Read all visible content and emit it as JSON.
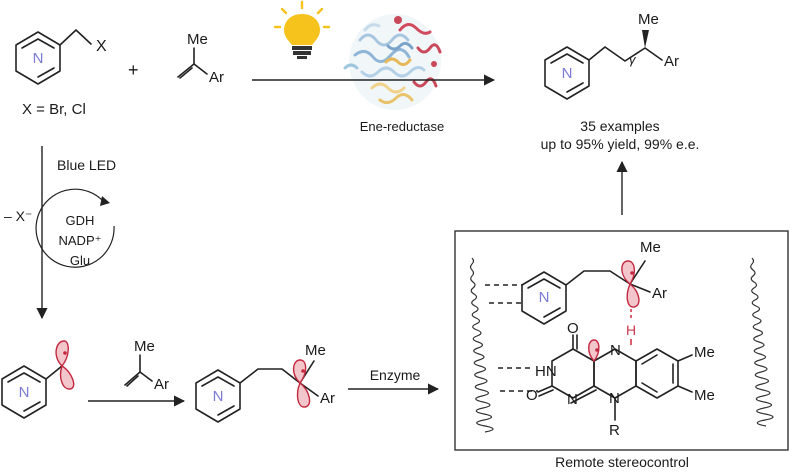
{
  "start": {
    "group": "X",
    "ring_atom": "N",
    "condition": "X = Br, Cl"
  },
  "alkene": {
    "me": "Me",
    "ar": "Ar"
  },
  "plus": "+",
  "enzyme_caption": "Ene-reductase",
  "product": {
    "me": "Me",
    "gamma": "γ",
    "ar": "Ar",
    "ring_atom": "N"
  },
  "summary": {
    "line1": "35 examples",
    "line2": "up to 95% yield, 99% e.e."
  },
  "left_pathway": {
    "light": "Blue LED",
    "minus_x": "– X⁻",
    "cycle": [
      "GDH",
      "NADP⁺",
      "Glu"
    ]
  },
  "bottom": {
    "radical_ring_atom": "N",
    "alkene_me": "Me",
    "alkene_ar": "Ar",
    "adduct_me": "Me",
    "adduct_ar": "Ar",
    "adduct_ring_atom": "N",
    "arrow_label": "Enzyme"
  },
  "stereo": {
    "ring_atom": "N",
    "me": "Me",
    "ar": "Ar",
    "h": "H",
    "flavin": {
      "o_top": "O",
      "hn": "HN",
      "n5": "N",
      "me1": "Me",
      "me2": "Me",
      "o_bottom": "O",
      "n1": "N",
      "n10": "N",
      "r": "R"
    },
    "caption": "Remote stereocontrol"
  },
  "colors": {
    "nitrogen": "#7b7bd6",
    "radical": "#d0384e",
    "orbital_fill": "#f3c6cc",
    "bulb": "#f6c21c"
  }
}
